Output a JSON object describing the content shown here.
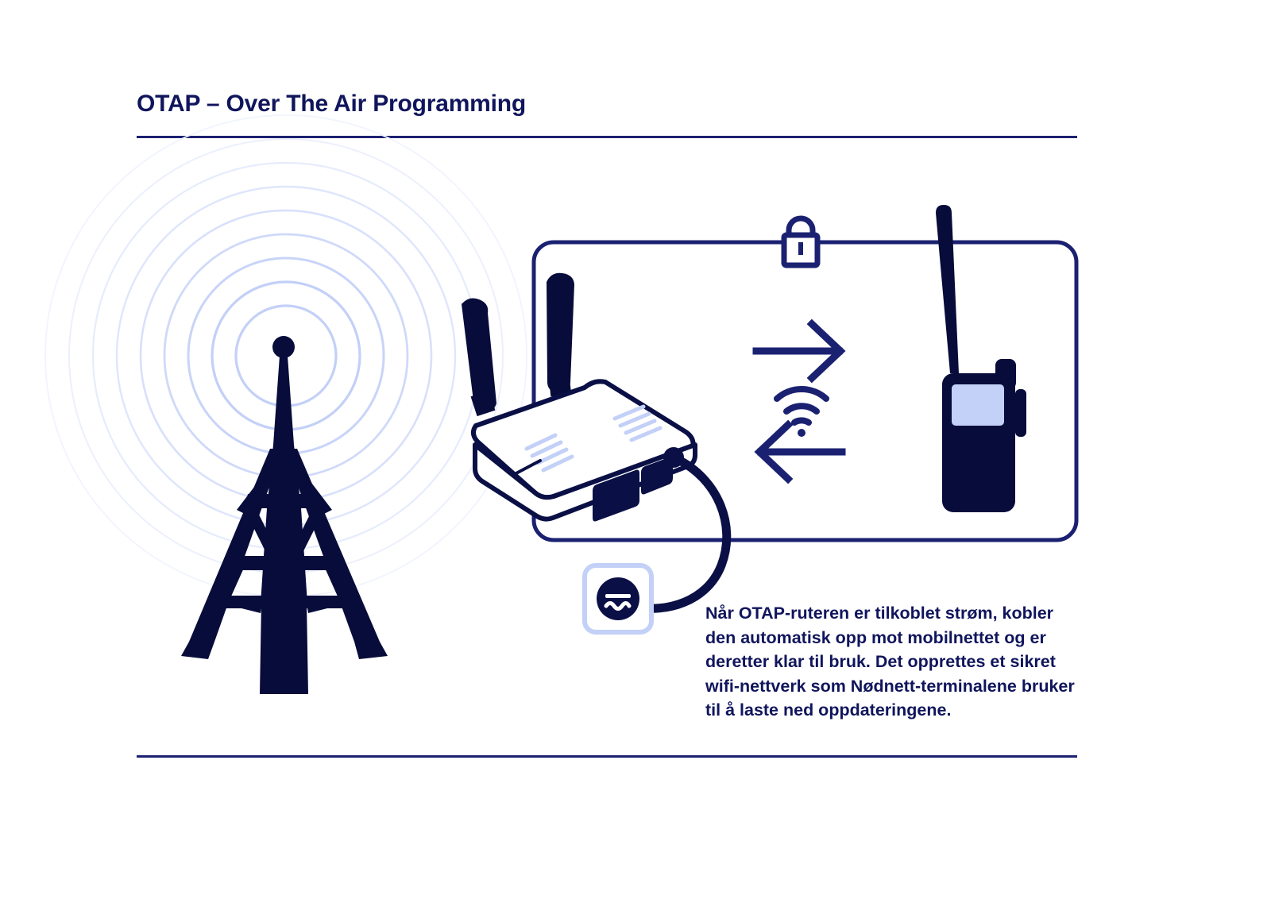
{
  "page": {
    "title": "OTAP – Over The Air Programming",
    "background_color": "#ffffff"
  },
  "colors": {
    "navy_dark": "#070c3a",
    "navy_line": "#1b2171",
    "navy_text": "#10155c",
    "pale_blue": "#c3d0f7",
    "pale_blue_light": "#dbe3fb",
    "screen_blue": "#c3d0f7"
  },
  "rules": {
    "top_label": "header-divider",
    "bottom_label": "footer-divider"
  },
  "diagram": {
    "tower": {
      "label": "radio-mast-tower",
      "waves_label": "radio-waves",
      "wave_ring_count": 9
    },
    "router": {
      "label": "otap-router",
      "antenna_count": 2,
      "port_count": 2,
      "vent_groups": 2
    },
    "lock": {
      "label": "secure-connection-lock"
    },
    "arrows": {
      "outbound_label": "arrow-right",
      "inbound_label": "arrow-left"
    },
    "wifi": {
      "label": "wifi-signal",
      "arc_count": 3
    },
    "terminal": {
      "label": "nodnett-handheld-radio",
      "screen_label": "radio-display"
    },
    "power": {
      "label": "power-outlet-ac",
      "symbol": "AC"
    },
    "cable": {
      "label": "power-cable"
    }
  },
  "caption": {
    "lines": [
      "Når OTAP-ruteren er tilkoblet strøm, kobler",
      "den automatisk opp mot mobilnettet og er",
      "deretter klar til bruk. Det opprettes et sikret",
      "wifi-nettverk som Nødnett-terminalene",
      "bruker til å laste ned oppdateringene."
    ],
    "text": "Når OTAP-ruteren er tilkoblet strøm, kobler den automatisk opp mot mobilnettet og er deretter klar til bruk. Det opprettes et sikret wifi-nettverk som Nødnett-terminalene bruker til å laste ned oppdateringene."
  }
}
